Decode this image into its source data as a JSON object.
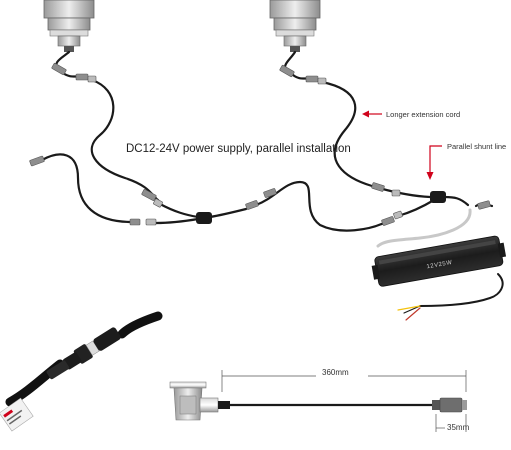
{
  "labels": {
    "title": "DC12-24V power supply, parallel installation",
    "extension": "Longer extension cord",
    "shunt": "Parallel shunt line",
    "length": "360mm",
    "connector": "35mm"
  },
  "psu": {
    "marking": "12V25W"
  },
  "colors": {
    "arrow": "#d0021b",
    "cable": "#1a1a1a",
    "connector": "#8a8a8a",
    "psu_body": "#2a2a2a"
  }
}
